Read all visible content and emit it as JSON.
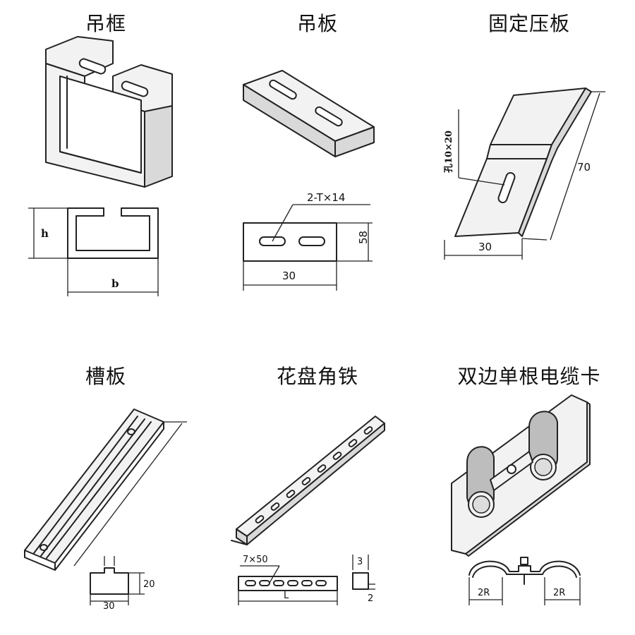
{
  "panels": [
    {
      "title": "吊框",
      "labels": {
        "height": "h",
        "width": "b"
      }
    },
    {
      "title": "吊板",
      "labels": {
        "slot": "2-T×14",
        "height": "58",
        "width": "30"
      }
    },
    {
      "title": "固定压板",
      "labels": {
        "hole": "孔10×20",
        "length": "70",
        "width": "30"
      }
    },
    {
      "title": "槽板",
      "labels": {
        "height": "20",
        "width": "30"
      }
    },
    {
      "title": "花盘角铁",
      "labels": {
        "slot": "7×50",
        "length": "L",
        "flange": "3",
        "thickness": "2"
      }
    },
    {
      "title": "双边单根电缆卡",
      "labels": {
        "left_radius": "2R",
        "right_radius": "2R"
      }
    }
  ]
}
